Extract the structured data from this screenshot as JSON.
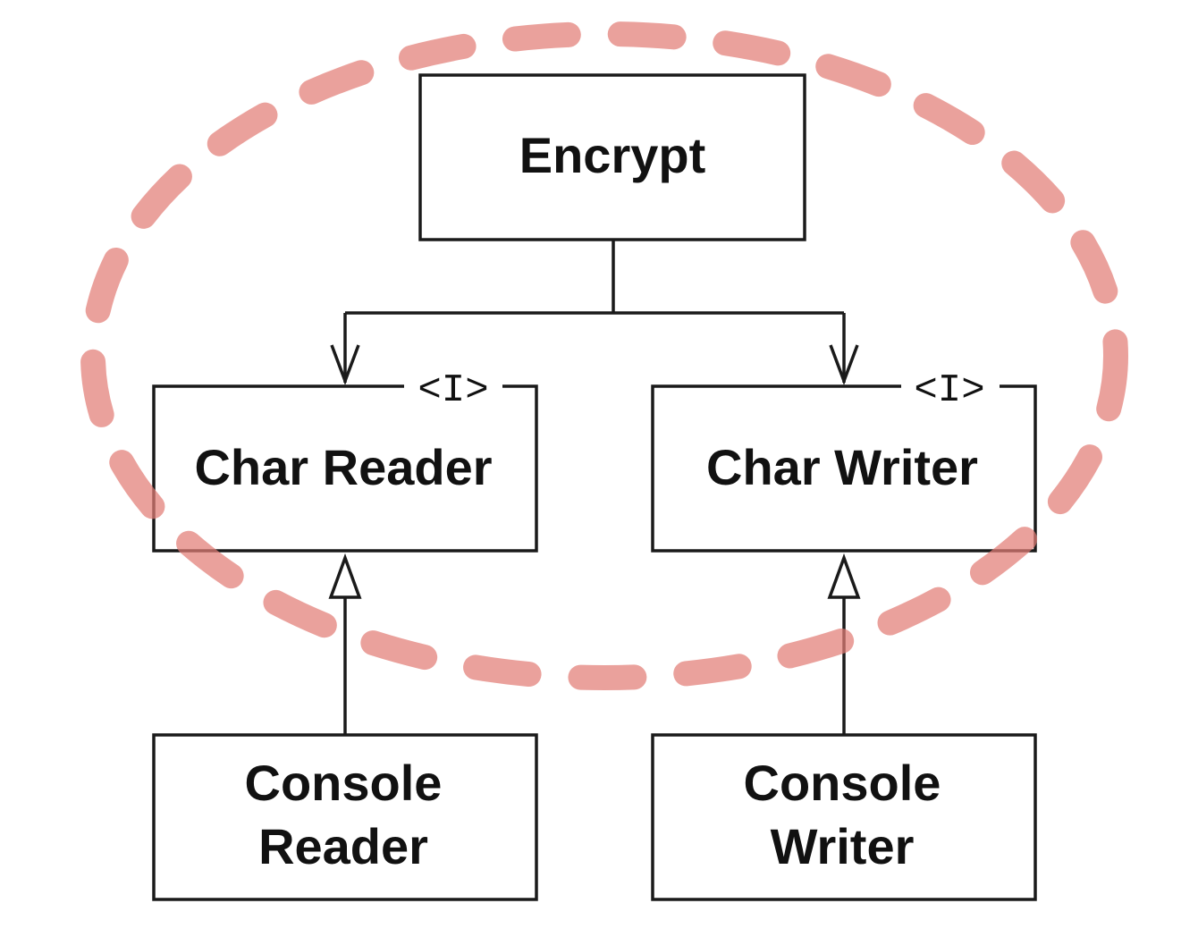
{
  "diagram": {
    "boxes": {
      "encrypt": {
        "label": "Encrypt"
      },
      "char_reader": {
        "label": "Char Reader",
        "stereotype": "<I>"
      },
      "char_writer": {
        "label": "Char Writer",
        "stereotype": "<I>"
      },
      "console_reader": {
        "line1": "Console",
        "line2": "Reader"
      },
      "console_writer": {
        "line1": "Console",
        "line2": "Writer"
      }
    },
    "boundary_color": "#e27d76",
    "line_color": "#1a1a1a"
  }
}
